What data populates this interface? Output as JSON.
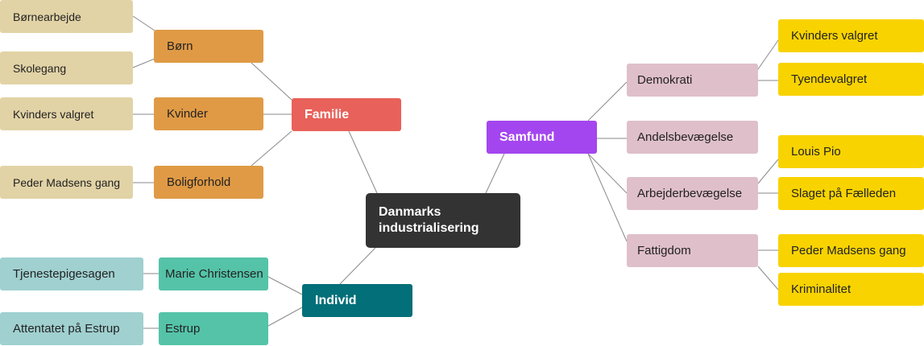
{
  "center": {
    "label": "Danmarks industrialisering"
  },
  "familie": {
    "label": "Familie",
    "children": [
      {
        "label": "Børn",
        "children": [
          "Børnearbejde",
          "Skolegang"
        ]
      },
      {
        "label": "Kvinder",
        "children": [
          "Kvinders valgret"
        ]
      },
      {
        "label": "Boligforhold",
        "children": [
          "Peder Madsens gang"
        ]
      }
    ]
  },
  "individ": {
    "label": "Individ",
    "children": [
      {
        "label": "Marie Christensen",
        "children": [
          "Tjenestepigesagen"
        ]
      },
      {
        "label": "Estrup",
        "children": [
          "Attentatet på Estrup"
        ]
      }
    ]
  },
  "samfund": {
    "label": "Samfund",
    "children": [
      {
        "label": "Demokrati",
        "children": [
          "Kvinders valgret",
          "Tyendevalgret"
        ]
      },
      {
        "label": "Andelsbevægelse",
        "children": []
      },
      {
        "label": "Arbejderbevægelse",
        "children": [
          "Louis Pio",
          "Slaget på Fælleden"
        ]
      },
      {
        "label": "Fattigdom",
        "children": [
          "Peder Madsens gang",
          "Kriminalitet"
        ]
      }
    ]
  },
  "colors": {
    "center": "#333333",
    "familie": "#e8615a",
    "familie_level2": "#e09a45",
    "familie_level3": "#e2d3a6",
    "individ": "#036f78",
    "individ_level2": "#55c3a8",
    "individ_level3": "#a0d0d0",
    "samfund": "#a446ef",
    "samfund_level2": "#dfbfca",
    "samfund_level3": "#f8d300",
    "connector": "#8a8a8a"
  }
}
